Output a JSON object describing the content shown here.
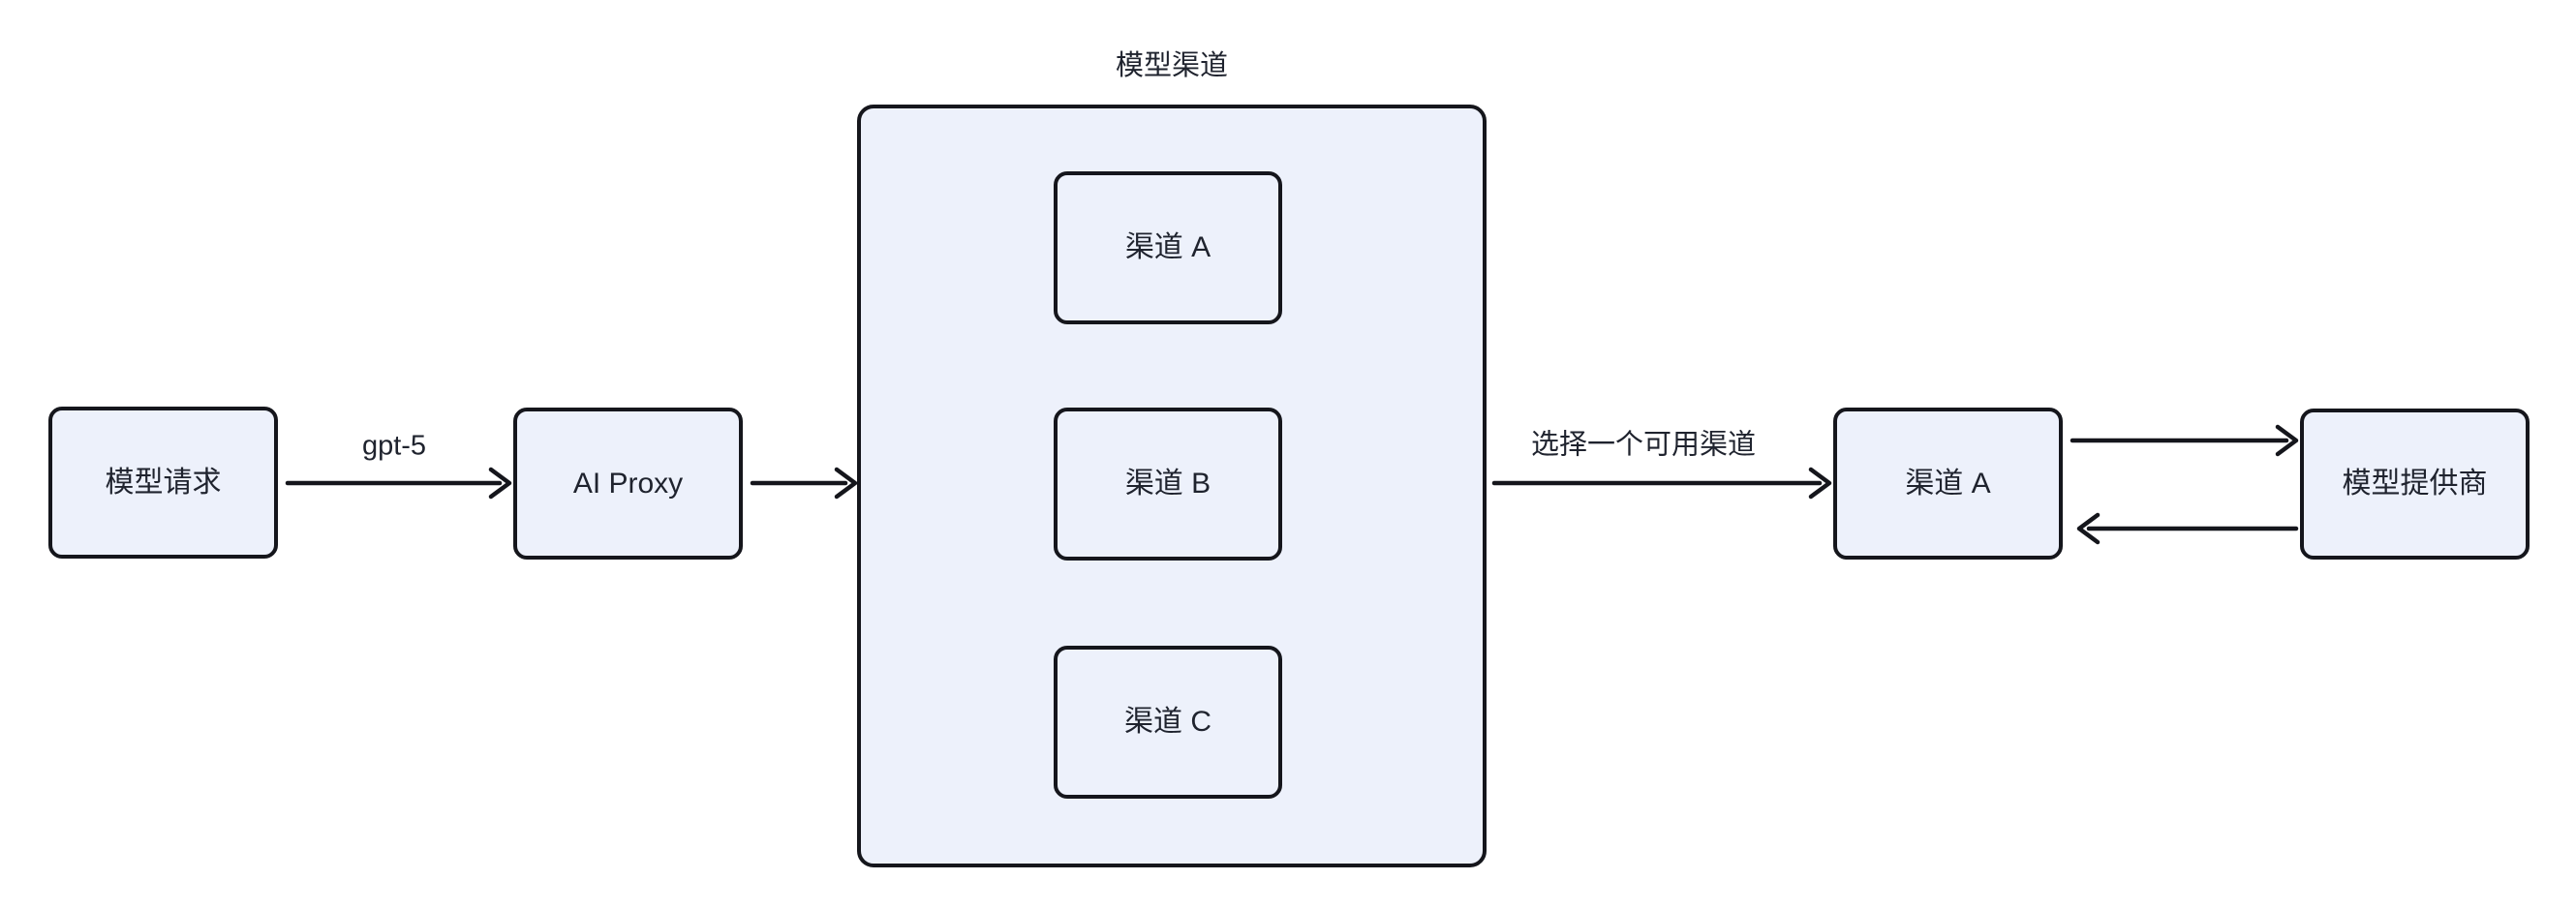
{
  "diagram": {
    "group_title": "模型渠道",
    "nodes": {
      "model_request": "模型请求",
      "ai_proxy": "AI Proxy",
      "channel_a": "渠道 A",
      "channel_b": "渠道 B",
      "channel_c": "渠道 C",
      "selected_channel": "渠道 A",
      "model_provider": "模型提供商"
    },
    "edge_labels": {
      "request_to_proxy": "gpt-5",
      "select_channel": "选择一个可用渠道"
    },
    "colors": {
      "background": "#ffffff",
      "node_fill": "#edf1fb",
      "stroke": "#15161c",
      "text": "#1f232e"
    }
  }
}
